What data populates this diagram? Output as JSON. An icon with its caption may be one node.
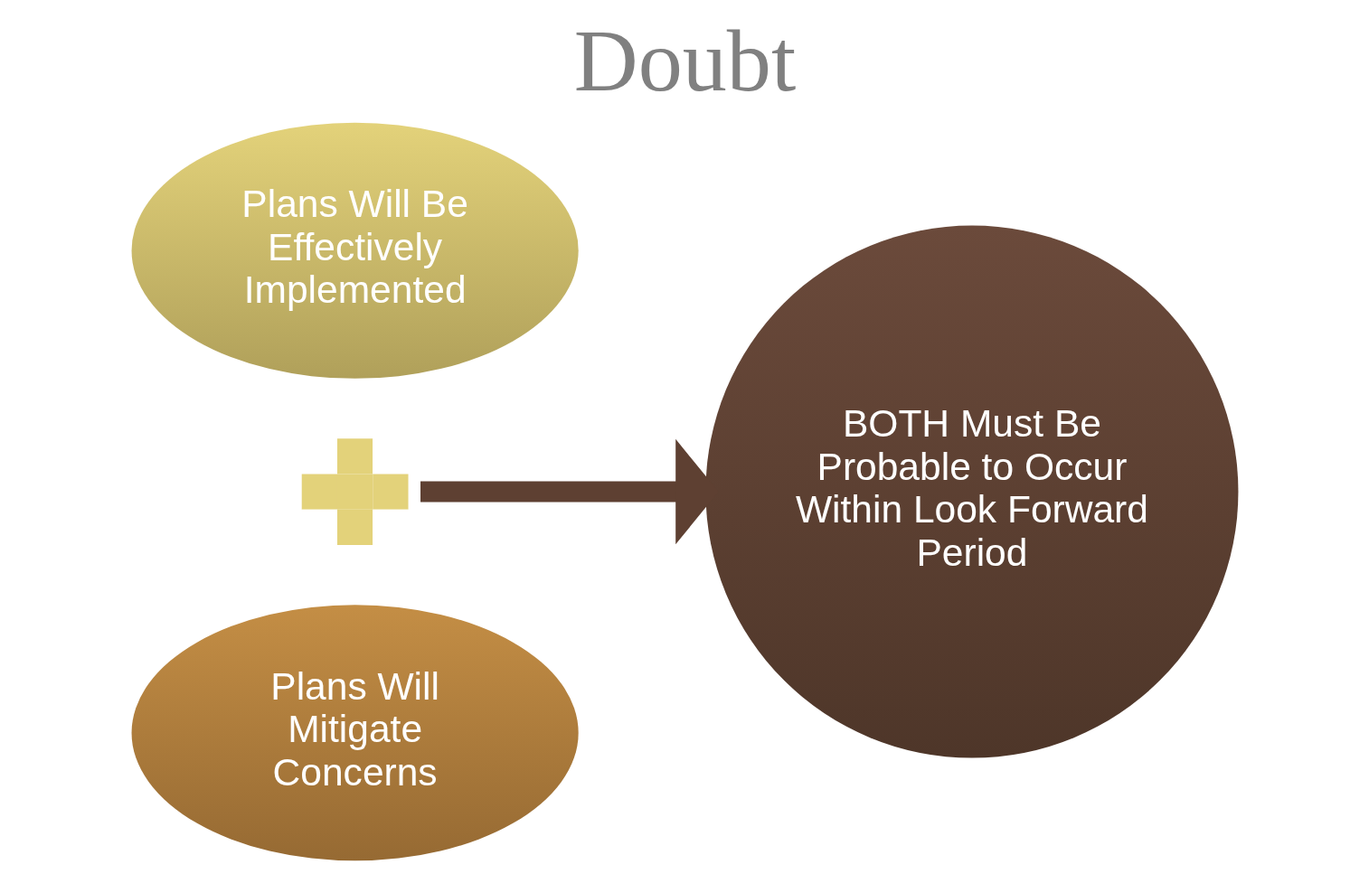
{
  "diagram": {
    "title": "Doubt",
    "nodes": [
      {
        "text": [
          "Plans Will Be Effectively Implemented"
        ]
      },
      {
        "text": [],
        "shape": "plus"
      },
      {
        "text": [
          "Plans Will Mitigate Concerns"
        ]
      },
      {
        "text": [
          "BOTH Must Be Probable to Occur Within Look Forward Period"
        ]
      }
    ],
    "edges": [
      {
        "from": 1,
        "to": 3,
        "arrow": "to"
      }
    ]
  }
}
